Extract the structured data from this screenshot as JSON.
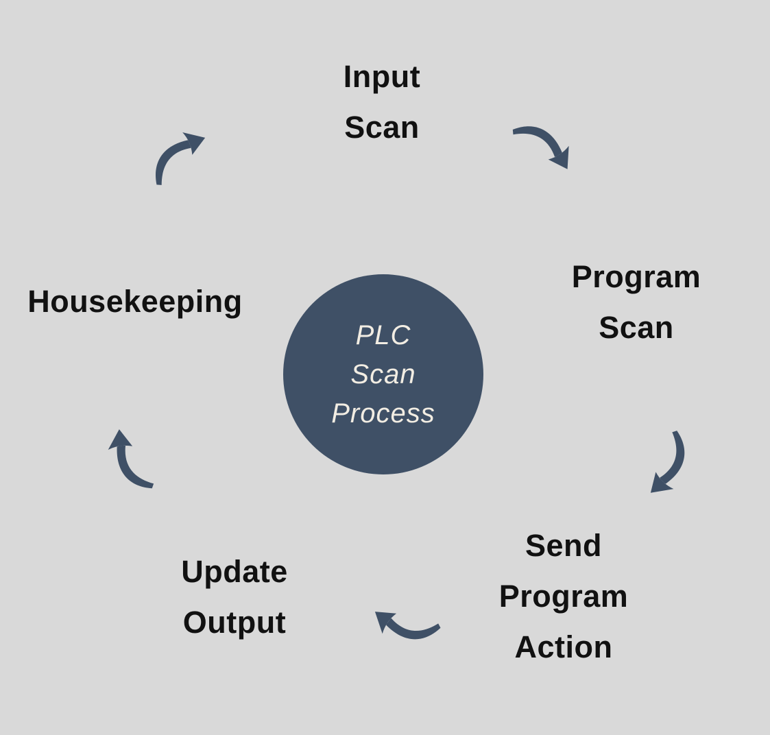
{
  "diagram": {
    "title": "PLC Scan Process",
    "center": {
      "lines": [
        "PLC",
        "Scan",
        "Process"
      ]
    },
    "steps": [
      {
        "label": "Input Scan",
        "lines": [
          "Input",
          "Scan"
        ]
      },
      {
        "label": "Program Scan",
        "lines": [
          "Program",
          "Scan"
        ]
      },
      {
        "label": "Send Program Action",
        "lines": [
          "Send",
          "Program",
          "Action"
        ]
      },
      {
        "label": "Update Output",
        "lines": [
          "Update",
          "Output"
        ]
      },
      {
        "label": "Housekeeping",
        "lines": [
          "Housekeeping"
        ]
      }
    ],
    "arrows": [
      {
        "from": "Input Scan",
        "to": "Program Scan"
      },
      {
        "from": "Program Scan",
        "to": "Send Program Action"
      },
      {
        "from": "Send Program Action",
        "to": "Update Output"
      },
      {
        "from": "Update Output",
        "to": "Housekeeping"
      },
      {
        "from": "Housekeeping",
        "to": "Input Scan"
      }
    ],
    "colors": {
      "background": "#d9d9d9",
      "accent": "#3f5066",
      "center_text": "#f2ede3",
      "label_text": "#111111"
    }
  }
}
